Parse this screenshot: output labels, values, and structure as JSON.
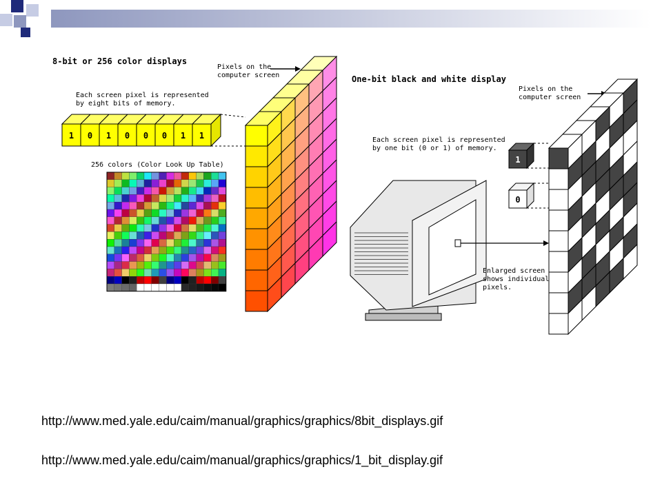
{
  "slide": {
    "palette": {
      "navy": "#1f2a7a",
      "light_blue": "#a9b3d6",
      "bar_left": "#8e97be",
      "bar_right": "#ffffff"
    }
  },
  "diagram_8bit": {
    "title": "8-bit or 256 color displays",
    "pixels_label": "Pixels on the\ncomputer screen",
    "each_pixel_note": "Each screen pixel is represented\nby eight bits of memory.",
    "bits": [
      "1",
      "0",
      "1",
      "0",
      "0",
      "0",
      "1",
      "1"
    ],
    "lut_label": "256 colors (Color Look Up Table)"
  },
  "diagram_1bit": {
    "title": "One-bit black and white display",
    "pixels_label": "Pixels on the\ncomputer screen",
    "each_pixel_note": "Each screen pixel is represented\nby one bit (0 or 1) of memory.",
    "bit_one": "1",
    "bit_zero": "0",
    "enlarged_note": "Enlarged screen\nshows individual\npixels."
  },
  "sources": {
    "url_8bit": "http://www.med.yale.edu/caim/manual/graphics/graphics/8bit_displays.gif",
    "url_1bit": "http://www.med.yale.edu/caim/manual/graphics/graphics/1_bit_display.gif"
  }
}
